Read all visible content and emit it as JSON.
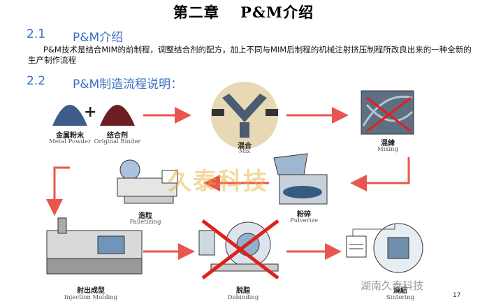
{
  "title": "第二章　 P&M介绍",
  "section1": {
    "number": "2.1",
    "title": "P&M介绍"
  },
  "paragraph": "P&M技术是结合MIM的前制程，调整结合剂的配方，加上不同与MIM后制程的机械注射挤压制程所改良出来的一种全新的生产制作流程",
  "section2": {
    "number": "2.2",
    "title": "P&M制造流程说明："
  },
  "steps": {
    "metal_powder": {
      "cn": "金属粉末",
      "en": "Metal Powder"
    },
    "binder": {
      "cn": "结合剂",
      "en": "Original Binder"
    },
    "mix": {
      "cn": "混合",
      "en": "Mix"
    },
    "mixing": {
      "cn": "混練",
      "en": "Mixing"
    },
    "palletizing": {
      "cn": "造粒",
      "en": "Palletizing"
    },
    "pulverize": {
      "cn": "粉碎",
      "en": "Pulverize"
    },
    "injection": {
      "cn": "射出成型",
      "en": "Injection Molding"
    },
    "debinding": {
      "cn": "脱脂",
      "en": "Debinding"
    },
    "sintering": {
      "cn": "燒結",
      "en": "Sintering"
    }
  },
  "plus_sign": "+",
  "watermark": "久泰科技",
  "wechat_label": "湖南久泰科技",
  "page_number": "17",
  "colors": {
    "arrow": "#e8564f",
    "section": "#3a6ec4",
    "cross": "#e0201c"
  }
}
